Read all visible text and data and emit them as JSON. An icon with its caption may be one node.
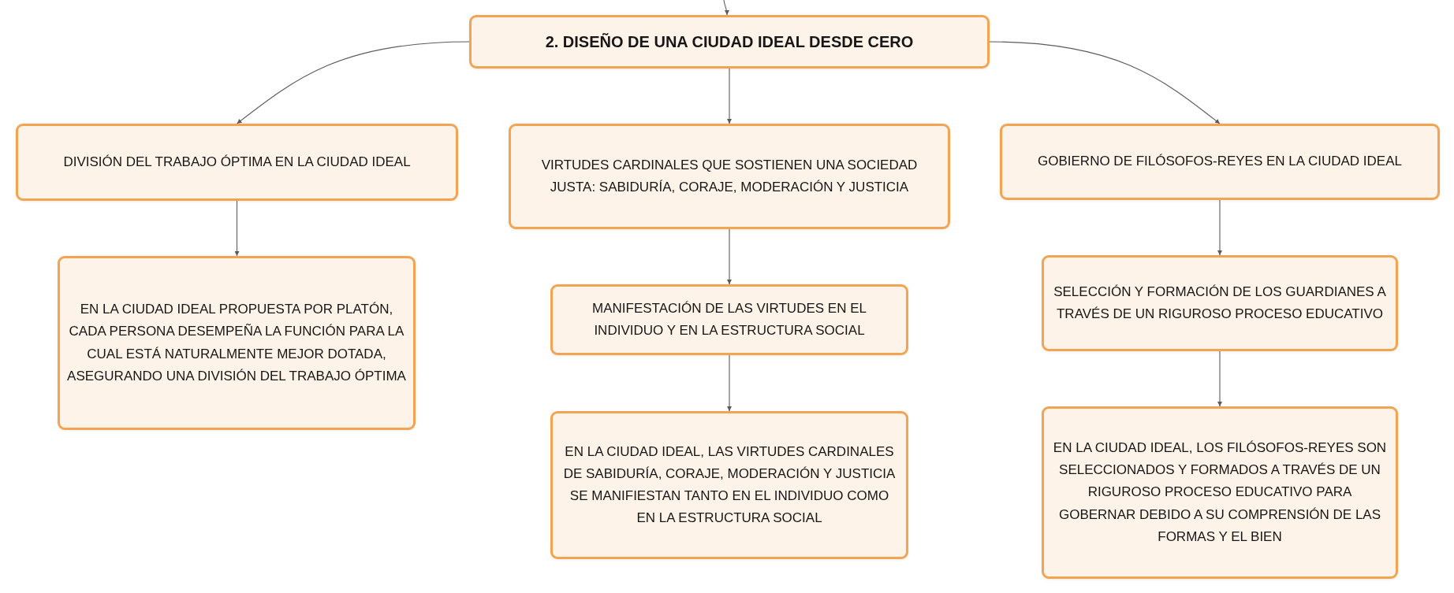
{
  "diagram": {
    "nodes": [
      {
        "text": [
          "2. DISEÑO DE UNA CIUDAD IDEAL DESDE CERO"
        ]
      },
      {
        "text": [
          "DIVISIÓN DEL TRABAJO ÓPTIMA EN LA CIUDAD IDEAL"
        ]
      },
      {
        "text": [
          "EN LA CIUDAD IDEAL PROPUESTA POR PLATÓN, CADA PERSONA DESEMPEÑA LA FUNCIÓN PARA LA CUAL ESTÁ NATURALMENTE MEJOR DOTADA, ASEGURANDO UNA DIVISIÓN DEL TRABAJO ÓPTIMA"
        ]
      },
      {
        "text": [
          "VIRTUDES CARDINALES QUE SOSTIENEN UNA SOCIEDAD JUSTA: SABIDURÍA, CORAJE, MODERACIÓN Y JUSTICIA"
        ]
      },
      {
        "text": [
          "MANIFESTACIÓN DE LAS VIRTUDES EN EL INDIVIDUO Y EN LA ESTRUCTURA SOCIAL"
        ]
      },
      {
        "text": [
          "EN LA CIUDAD IDEAL, LAS VIRTUDES CARDINALES DE SABIDURÍA, CORAJE, MODERACIÓN Y JUSTICIA SE MANIFIESTAN TANTO EN EL INDIVIDUO COMO EN LA ESTRUCTURA SOCIAL"
        ]
      },
      {
        "text": [
          "GOBIERNO DE FILÓSOFOS-REYES EN LA CIUDAD IDEAL"
        ]
      },
      {
        "text": [
          "SELECCIÓN Y FORMACIÓN DE LOS GUARDIANES A TRAVÉS DE UN RIGUROSO PROCESO EDUCATIVO"
        ]
      },
      {
        "text": [
          "EN LA CIUDAD IDEAL, LOS FILÓSOFOS-REYES SON SELECCIONADOS Y FORMADOS A TRAVÉS DE UN RIGUROSO PROCESO EDUCATIVO PARA GOBERNAR DEBIDO A SU COMPRENSIÓN DE LAS FORMAS Y EL BIEN"
        ]
      }
    ],
    "edges": [
      {
        "from": null,
        "to": 0,
        "arrow": "to"
      },
      {
        "from": 0,
        "to": 1,
        "arrow": "to"
      },
      {
        "from": 0,
        "to": 3,
        "arrow": "to"
      },
      {
        "from": 0,
        "to": 6,
        "arrow": "to"
      },
      {
        "from": 1,
        "to": 2,
        "arrow": "to"
      },
      {
        "from": 3,
        "to": 4,
        "arrow": "to"
      },
      {
        "from": 4,
        "to": 5,
        "arrow": "to"
      },
      {
        "from": 6,
        "to": 7,
        "arrow": "to"
      },
      {
        "from": 7,
        "to": 8,
        "arrow": "to"
      }
    ]
  }
}
